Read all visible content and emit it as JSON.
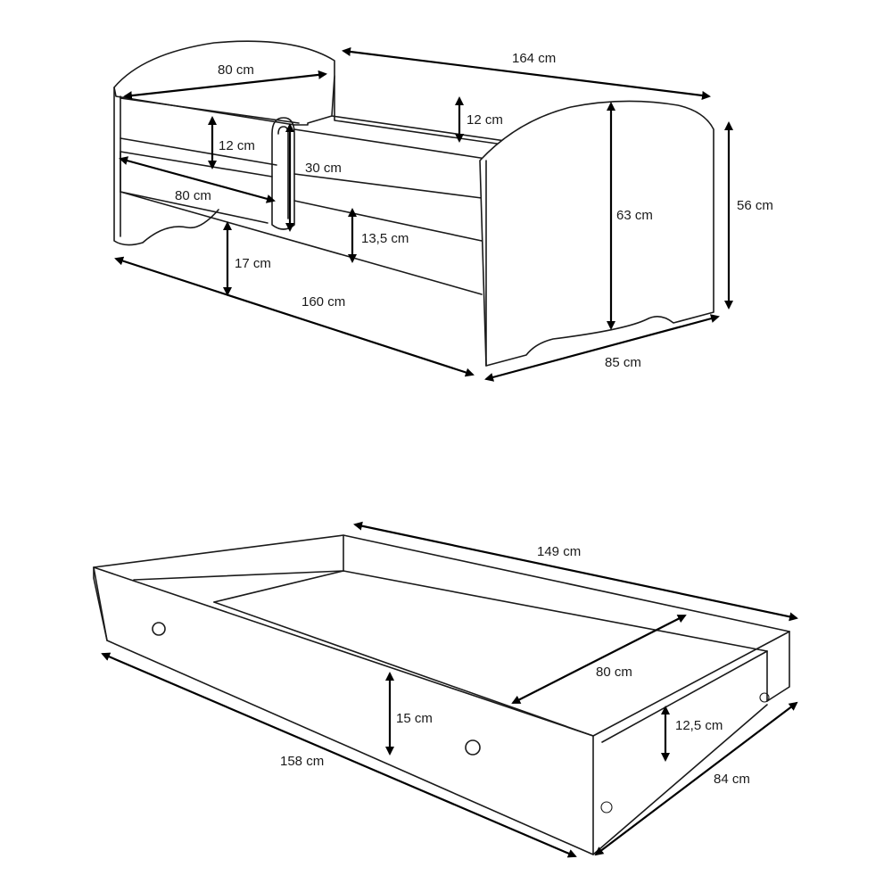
{
  "bed": {
    "headboard_width": "80 cm",
    "total_length": "164 cm",
    "rail_gap_upper_left": "12 cm",
    "rail_gap_upper_right": "12 cm",
    "inner_rail_length": "80 cm",
    "handle_height": "30 cm",
    "mattress_side_height": "13,5 cm",
    "headboard_height": "63 cm",
    "footboard_height": "56 cm",
    "floor_clearance": "17 cm",
    "mattress_length": "160 cm",
    "width": "85 cm"
  },
  "drawer": {
    "inner_length": "149 cm",
    "inner_width": "80 cm",
    "front_height": "15 cm",
    "side_height": "12,5  cm",
    "outer_length": "158 cm",
    "outer_width": "84 cm"
  }
}
